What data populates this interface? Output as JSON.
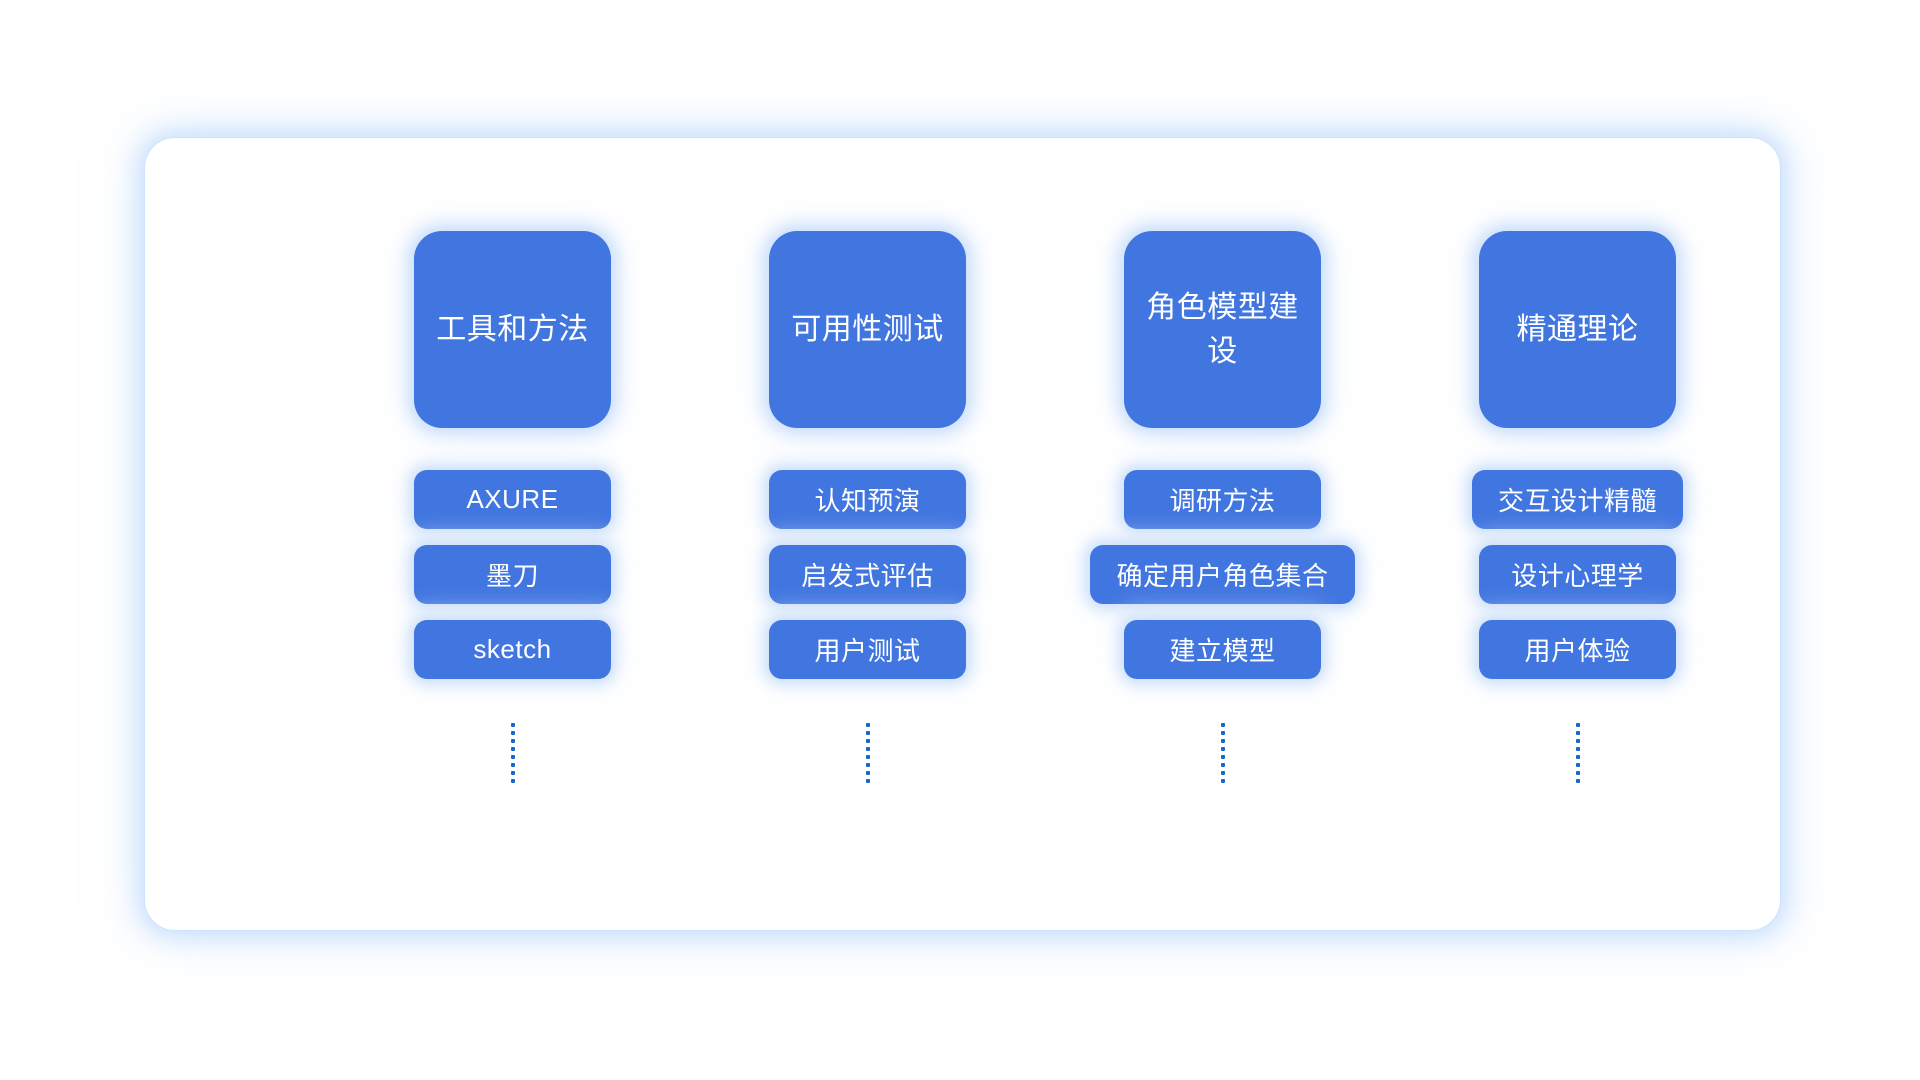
{
  "page": {
    "background_color": "#ffffff",
    "panel_background": "#ffffff",
    "accent_color": "#4176E0",
    "glow_color": "#c6defc",
    "dot_color": "#1667CF",
    "text_color": "#ffffff"
  },
  "columns": [
    {
      "id": "tools-and-methods",
      "heading": "工具和方法",
      "items": [
        {
          "label": "AXURE"
        },
        {
          "label": "墨刀"
        },
        {
          "label": "sketch"
        }
      ],
      "more_indicator": "vertical-ellipsis",
      "more_dot_count": 8
    },
    {
      "id": "usability-testing",
      "heading": "可用性测试",
      "items": [
        {
          "label": "认知预演"
        },
        {
          "label": "启发式评估"
        },
        {
          "label": "用户测试"
        }
      ],
      "more_indicator": "vertical-ellipsis",
      "more_dot_count": 8
    },
    {
      "id": "persona-modeling",
      "heading": "角色模型建设",
      "items": [
        {
          "label": "调研方法"
        },
        {
          "label": "确定用户角色集合"
        },
        {
          "label": "建立模型"
        }
      ],
      "more_indicator": "vertical-ellipsis",
      "more_dot_count": 8
    },
    {
      "id": "theory-mastery",
      "heading": "精通理论",
      "items": [
        {
          "label": "交互设计精髓"
        },
        {
          "label": "设计心理学"
        },
        {
          "label": "用户体验"
        }
      ],
      "more_indicator": "vertical-ellipsis",
      "more_dot_count": 8
    }
  ]
}
